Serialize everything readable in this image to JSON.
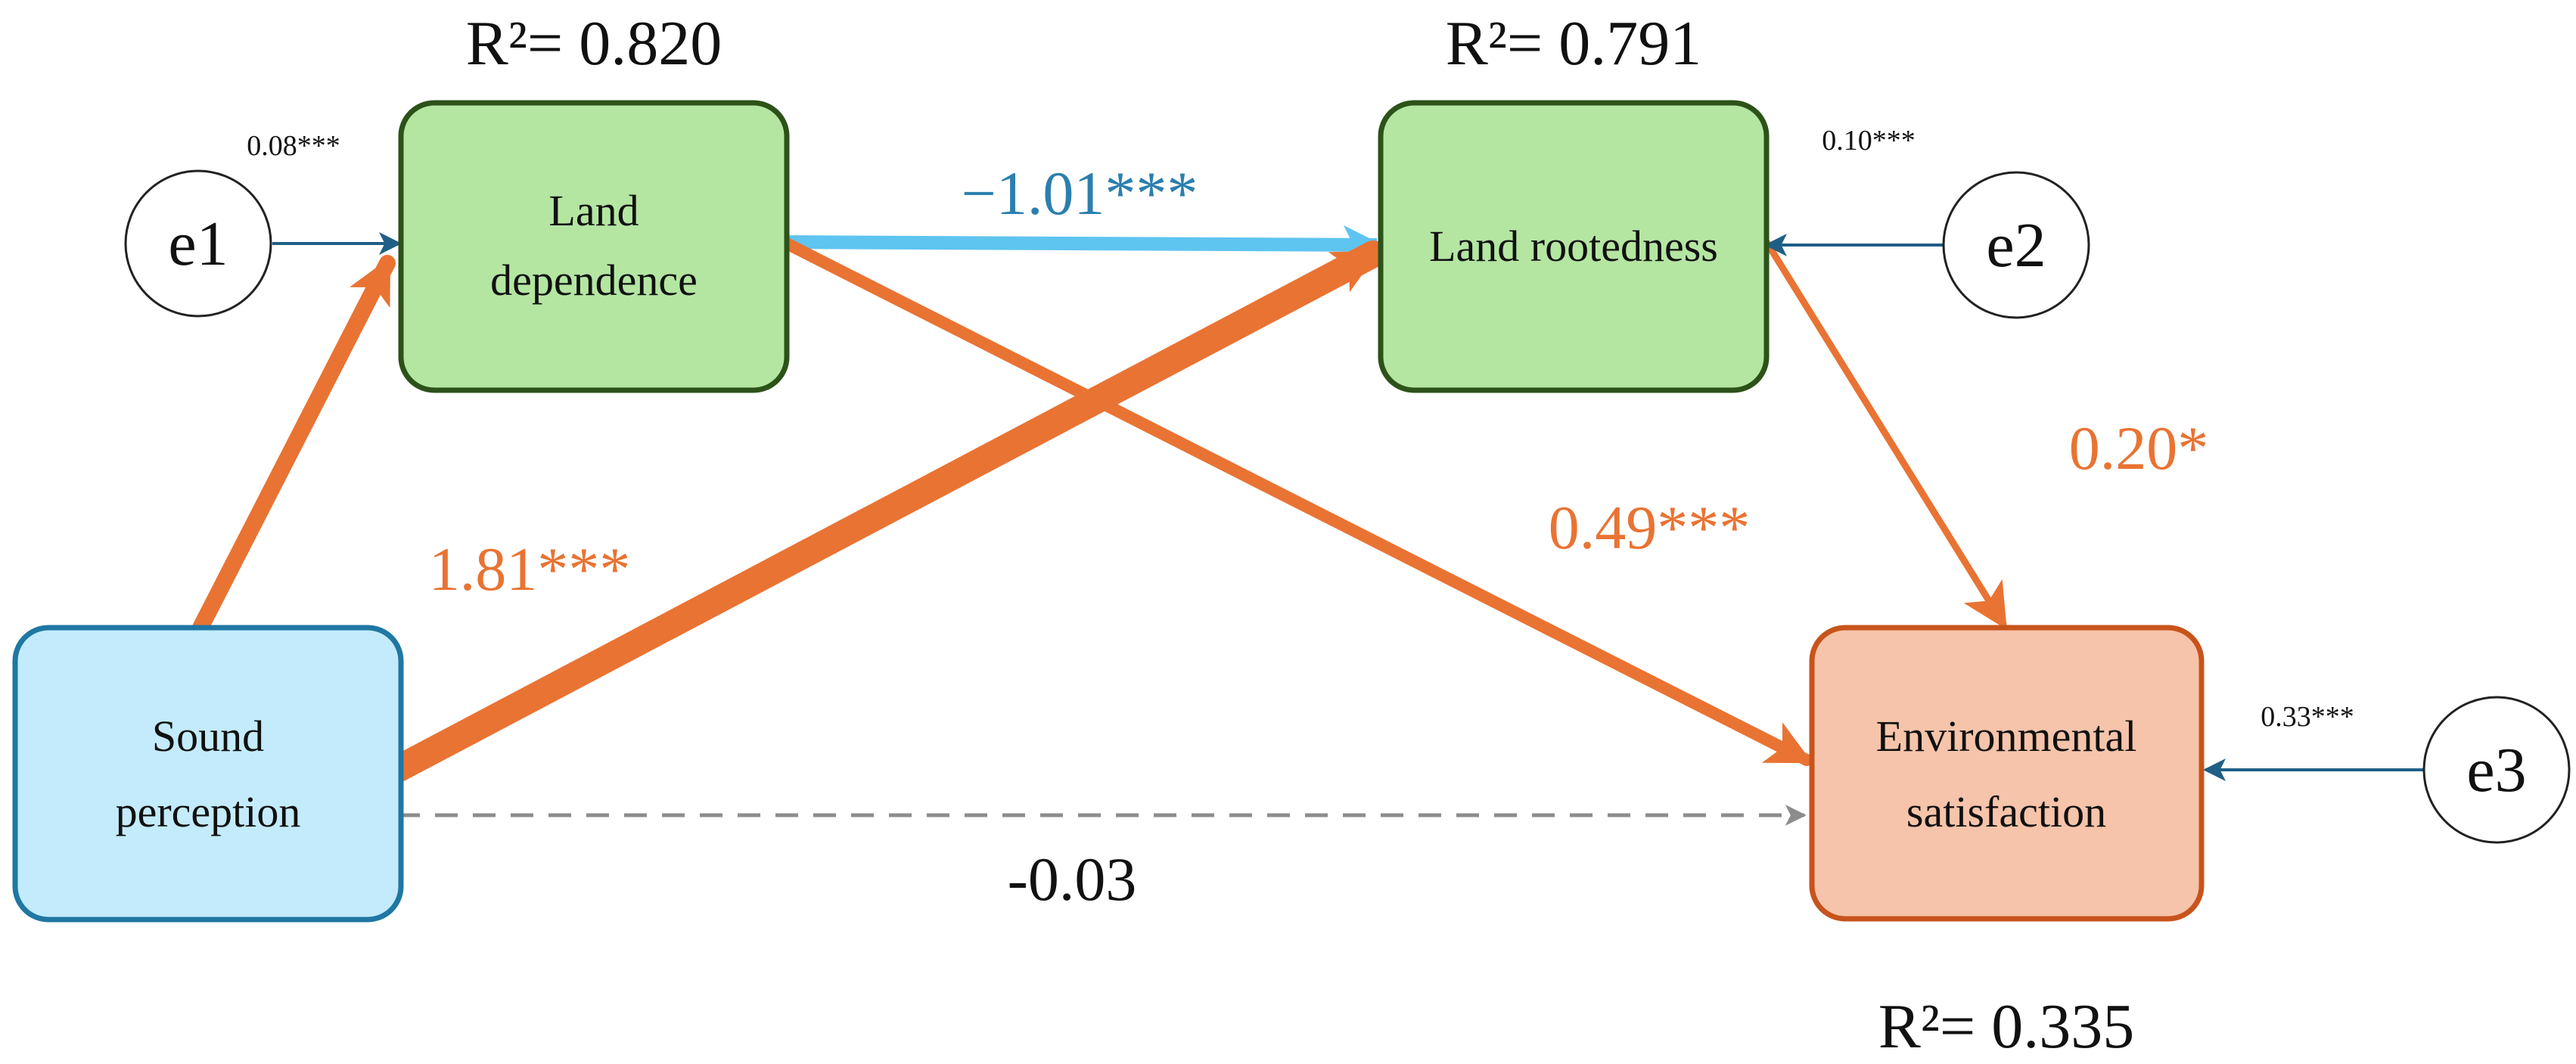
{
  "colors": {
    "orange": "#E97333",
    "blue_arrow": "#5EC4F0",
    "blue_text": "#2B7FAE",
    "dashed_gray": "#8C8C8C",
    "error_arrow": "#1F5F86",
    "green_fill": "#B4E6A2",
    "green_border": "#2C5219",
    "blue_fill": "#C3EBFB",
    "blue_border": "#1F77A3",
    "salmon_fill": "#F6C4AA",
    "salmon_border": "#C7541C"
  },
  "nodes": {
    "land_dependence": {
      "lines": [
        "Land",
        "dependence"
      ],
      "r2": "R²= 0.820"
    },
    "land_rootedness": {
      "lines": [
        "Land rootedness"
      ],
      "r2": "R²= 0.791"
    },
    "sound_perception": {
      "lines": [
        "Sound",
        "perception"
      ]
    },
    "environmental_satisfaction": {
      "lines": [
        "Environmental",
        "satisfaction"
      ],
      "r2": "R²= 0.335"
    }
  },
  "errors": {
    "e1": {
      "label": "e1",
      "coef": "0.08***"
    },
    "e2": {
      "label": "e2",
      "coef": "0.10***"
    },
    "e3": {
      "label": "e3",
      "coef": "0.33***"
    }
  },
  "paths": {
    "ld_to_lr": "−1.01***",
    "sp_to_lr": "1.81***",
    "ld_to_es": "0.49***",
    "lr_to_es": "0.20*",
    "sp_to_es": "-0.03"
  }
}
